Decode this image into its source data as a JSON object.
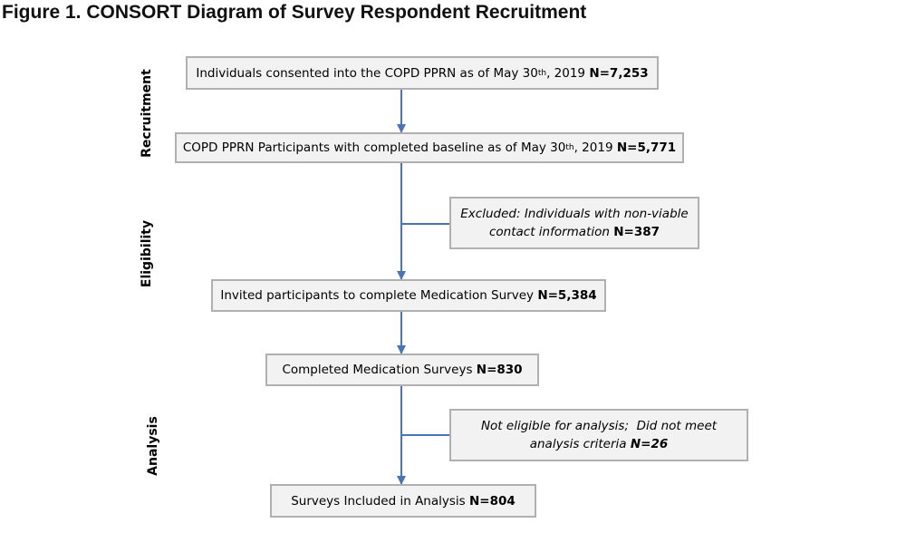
{
  "title": "Figure 1. CONSORT Diagram of Survey Respondent Recruitment",
  "stages": {
    "recruitment": "Recruitment",
    "eligibility": "Eligibility",
    "analysis": "Analysis"
  },
  "boxes": {
    "consented": {
      "text_a": "Individuals consented into the COPD PPRN as of May 30",
      "sup": "th",
      "text_b": ", 2019 ",
      "n": "N=7,253"
    },
    "baseline": {
      "text_a": "COPD PPRN Participants with completed baseline as of May 30",
      "sup": "th",
      "text_b": ", 2019 ",
      "n": "N=5,771"
    },
    "excluded": {
      "line1": "Excluded: Individuals with non-viable",
      "line2": "contact information ",
      "n": "N=387"
    },
    "invited": {
      "text": "Invited participants to complete Medication Survey ",
      "n": "N=5,384"
    },
    "completed": {
      "text": "Completed Medication Surveys ",
      "n": "N=830"
    },
    "not_eligible": {
      "line1": "Not eligible for analysis;  Did not meet",
      "line2": "analysis criteria ",
      "n": "N=26"
    },
    "included": {
      "text": "Surveys Included in Analysis ",
      "n": "N=804"
    }
  },
  "colors": {
    "arrow": "#4a74b8",
    "box_fill": "#f2f2f2",
    "box_border": "#b0b0b0"
  }
}
